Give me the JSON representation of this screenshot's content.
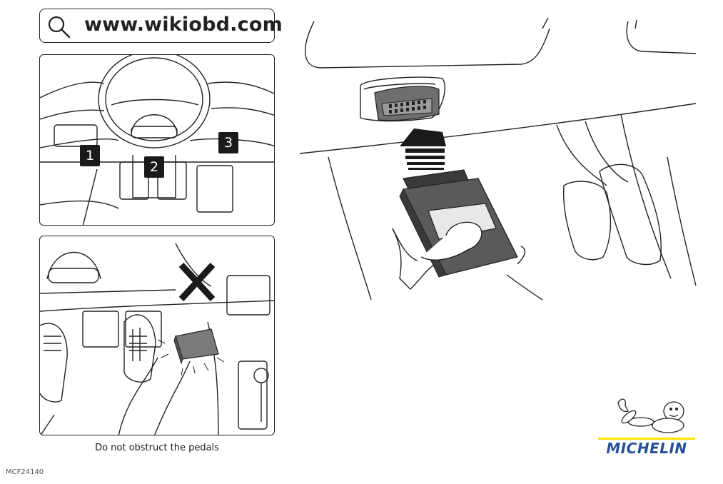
{
  "search": {
    "url": "www.wikiobd.com"
  },
  "diagram_top": {
    "badges": [
      "1",
      "2",
      "3"
    ]
  },
  "caption": "Do not obstruct the pedals",
  "reference": "MCF24140",
  "brand": {
    "name": "MICHELIN",
    "accent_color": "#fce500",
    "text_color": "#27509b"
  },
  "icons": [
    "search-icon",
    "cross-icon",
    "arrow-up-icon",
    "michelin-man-logo"
  ]
}
